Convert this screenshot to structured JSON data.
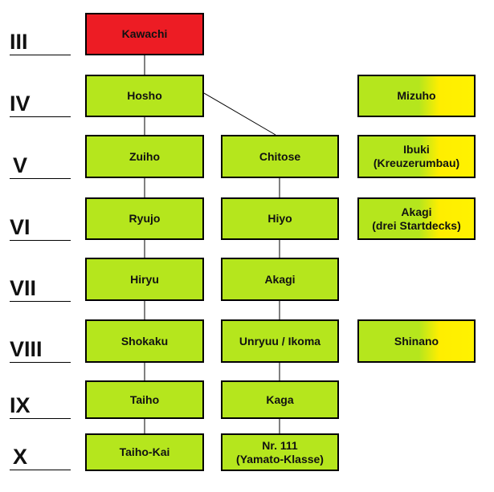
{
  "tiers": [
    "III",
    "IV",
    "V",
    "VI",
    "VII",
    "VIII",
    "IX",
    "X"
  ],
  "ships": {
    "kawachi": "Kawachi",
    "hosho": "Hosho",
    "zuiho": "Zuiho",
    "ryujo": "Ryujo",
    "hiryu": "Hiryu",
    "shokaku": "Shokaku",
    "taiho": "Taiho",
    "taiho_kai": "Taiho-Kai",
    "chitose": "Chitose",
    "hiyo": "Hiyo",
    "akagi": "Akagi",
    "unryuu_ikoma": "Unryuu / Ikoma",
    "kaga": "Kaga",
    "nr111": "Nr. 111\n(Yamato-Klasse)",
    "mizuho": "Mizuho",
    "ibuki": "Ibuki\n(Kreuzerumbau)",
    "akagi_decks": "Akagi\n(drei Startdecks)",
    "shinano": "Shinano"
  },
  "colors": {
    "standard": "#b5e61d",
    "start": "#ed1c24",
    "premium_split": "#fff200",
    "line": "#000000"
  }
}
